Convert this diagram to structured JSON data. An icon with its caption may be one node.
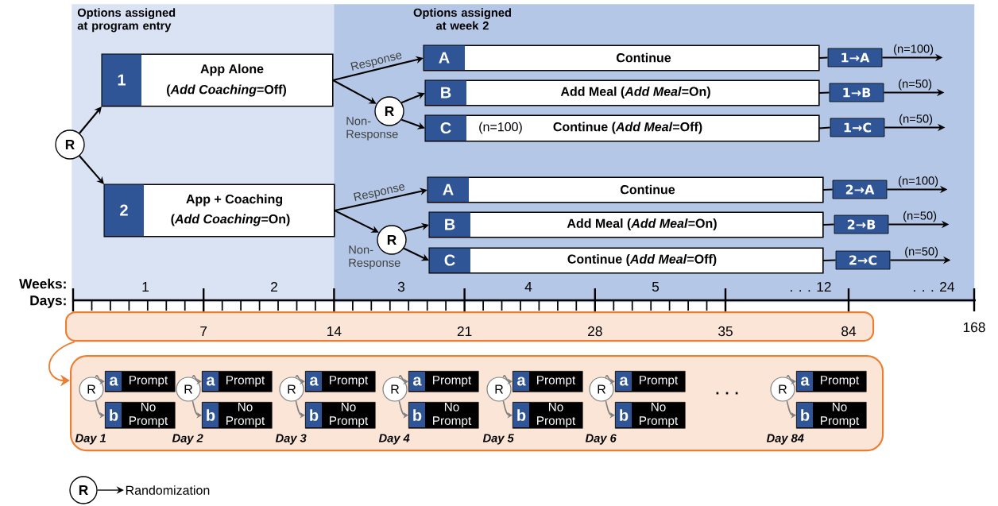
{
  "diagram": {
    "nodes": [
      {
        "text": [
          "Options assigned at program entry"
        ]
      },
      {
        "text": [
          "Options assigned at week 2"
        ]
      },
      {
        "text": [
          "R"
        ]
      },
      {
        "text": [
          "1",
          "App Alone",
          "(*Add Coaching*=Off)"
        ],
        "in": 0
      },
      {
        "text": [
          "2",
          "App + Coaching",
          "(*Add Coaching*=On)"
        ],
        "in": 0
      },
      {
        "text": [
          "R"
        ],
        "in": 1
      },
      {
        "text": [
          "A",
          "Continue"
        ],
        "in": 1
      },
      {
        "text": [
          "B",
          "Add Meal (*Add Meal*=On)"
        ],
        "in": 1
      },
      {
        "text": [
          "C",
          "(n=100)",
          "Continue (*Add Meal*=Off)"
        ],
        "in": 1
      },
      {
        "text": [
          "1→A"
        ],
        "beside": [
          "(n=100)"
        ],
        "in": 1
      },
      {
        "text": [
          "1→B"
        ],
        "beside": [
          "(n=50)"
        ],
        "in": 1
      },
      {
        "text": [
          "1→C"
        ],
        "beside": [
          "(n=50)"
        ],
        "in": 1
      },
      {
        "text": [
          "R"
        ],
        "in": 1
      },
      {
        "text": [
          "A",
          "Continue"
        ],
        "in": 1
      },
      {
        "text": [
          "B",
          "Add Meal (*Add Meal*=On)"
        ],
        "in": 1
      },
      {
        "text": [
          "C",
          "Continue (*Add Meal*=Off)"
        ],
        "in": 1
      },
      {
        "text": [
          "2→A"
        ],
        "beside": [
          "(n=100)"
        ],
        "in": 1
      },
      {
        "text": [
          "2→B"
        ],
        "beside": [
          "(n=50)"
        ],
        "in": 1
      },
      {
        "text": [
          "2→C"
        ],
        "beside": [
          "(n=50)"
        ],
        "in": 1
      },
      {
        "text": [],
        "shape": "box"
      },
      {
        "text": [],
        "shape": "box"
      },
      {
        "text": [
          "R"
        ],
        "in": 20
      },
      {
        "text": [
          "a",
          "Prompt"
        ],
        "in": 20
      },
      {
        "text": [
          "b",
          "No Prompt"
        ],
        "in": 20
      },
      {
        "text": [
          "R"
        ],
        "in": 20
      },
      {
        "text": [
          "a",
          "Prompt"
        ],
        "in": 20
      },
      {
        "text": [
          "b",
          "No Prompt"
        ],
        "in": 20
      },
      {
        "text": [
          "R"
        ],
        "in": 20
      },
      {
        "text": [
          "a",
          "Prompt"
        ],
        "in": 20
      },
      {
        "text": [
          "b",
          "No Prompt"
        ],
        "in": 20
      },
      {
        "text": [
          "R"
        ],
        "in": 20
      },
      {
        "text": [
          "a",
          "Prompt"
        ],
        "in": 20
      },
      {
        "text": [
          "b",
          "No Prompt"
        ],
        "in": 20
      },
      {
        "text": [
          "R"
        ],
        "in": 20
      },
      {
        "text": [
          "a",
          "Prompt"
        ],
        "in": 20
      },
      {
        "text": [
          "b",
          "No Prompt"
        ],
        "in": 20
      },
      {
        "text": [
          "R"
        ],
        "in": 20
      },
      {
        "text": [
          "a",
          "Prompt"
        ],
        "in": 20
      },
      {
        "text": [
          "b",
          "No Prompt"
        ],
        "in": 20
      },
      {
        "text": [
          "R"
        ],
        "in": 20
      },
      {
        "text": [
          "a",
          "Prompt"
        ],
        "in": 20
      },
      {
        "text": [
          "b",
          "No Prompt"
        ],
        "in": 20
      },
      {
        "text": [
          "R"
        ]
      },
      {
        "text": [
          "Randomization"
        ]
      }
    ],
    "edges": [
      {
        "from": 2,
        "to": 3,
        "arrow": "to"
      },
      {
        "from": 2,
        "to": 4,
        "arrow": "to"
      },
      {
        "from": 3,
        "to": 6,
        "arrow": "to",
        "label": "Response"
      },
      {
        "from": 3,
        "to": 5,
        "arrow": "to",
        "label": "Non-Response"
      },
      {
        "from": 5,
        "to": 7,
        "arrow": "to"
      },
      {
        "from": 5,
        "to": 8,
        "arrow": "to"
      },
      {
        "from": 6,
        "to": 9,
        "arrow": "none"
      },
      {
        "from": 7,
        "to": 10,
        "arrow": "none"
      },
      {
        "from": 8,
        "to": 11,
        "arrow": "none"
      },
      {
        "from": 9,
        "to": null,
        "arrow": "to"
      },
      {
        "from": 10,
        "to": null,
        "arrow": "to"
      },
      {
        "from": 11,
        "to": null,
        "arrow": "to"
      },
      {
        "from": 4,
        "to": 13,
        "arrow": "to",
        "label": "Response"
      },
      {
        "from": 4,
        "to": 12,
        "arrow": "to",
        "label": "Non-Response"
      },
      {
        "from": 12,
        "to": 14,
        "arrow": "to"
      },
      {
        "from": 12,
        "to": 15,
        "arrow": "to"
      },
      {
        "from": 13,
        "to": 16,
        "arrow": "none"
      },
      {
        "from": 14,
        "to": 17,
        "arrow": "none"
      },
      {
        "from": 15,
        "to": 18,
        "arrow": "none"
      },
      {
        "from": 16,
        "to": null,
        "arrow": "to"
      },
      {
        "from": 17,
        "to": null,
        "arrow": "to"
      },
      {
        "from": 18,
        "to": null,
        "arrow": "to"
      },
      {
        "from": 19,
        "to": 20,
        "arrow": "to",
        "color": "#ed7d31"
      },
      {
        "from": 21,
        "to": 22,
        "arrow": "to",
        "color": "#808080"
      },
      {
        "from": 21,
        "to": 23,
        "arrow": "to",
        "color": "#808080"
      },
      {
        "from": 24,
        "to": 25,
        "arrow": "to",
        "color": "#808080"
      },
      {
        "from": 24,
        "to": 26,
        "arrow": "to",
        "color": "#808080"
      },
      {
        "from": 27,
        "to": 28,
        "arrow": "to",
        "color": "#808080"
      },
      {
        "from": 27,
        "to": 29,
        "arrow": "to",
        "color": "#808080"
      },
      {
        "from": 30,
        "to": 31,
        "arrow": "to",
        "color": "#808080"
      },
      {
        "from": 30,
        "to": 32,
        "arrow": "to",
        "color": "#808080"
      },
      {
        "from": 33,
        "to": 34,
        "arrow": "to",
        "color": "#808080"
      },
      {
        "from": 33,
        "to": 35,
        "arrow": "to",
        "color": "#808080"
      },
      {
        "from": 36,
        "to": 37,
        "arrow": "to",
        "color": "#808080"
      },
      {
        "from": 36,
        "to": 38,
        "arrow": "to",
        "color": "#808080"
      },
      {
        "from": 39,
        "to": 40,
        "arrow": "to",
        "color": "#808080"
      },
      {
        "from": 39,
        "to": 41,
        "arrow": "to",
        "color": "#808080"
      },
      {
        "from": 42,
        "to": 43,
        "arrow": "to"
      }
    ],
    "labels": [
      "Weeks:",
      "Days:",
      "1",
      "2",
      "3",
      "4",
      "5",
      ". . . 12",
      ". . . 24",
      "7",
      "14",
      "21",
      "28",
      "35",
      "84",
      "168",
      ". . .",
      "Day 1",
      "Day 2",
      "Day 3",
      "Day 4",
      "Day 5",
      "Day 6",
      "Day 84"
    ]
  }
}
